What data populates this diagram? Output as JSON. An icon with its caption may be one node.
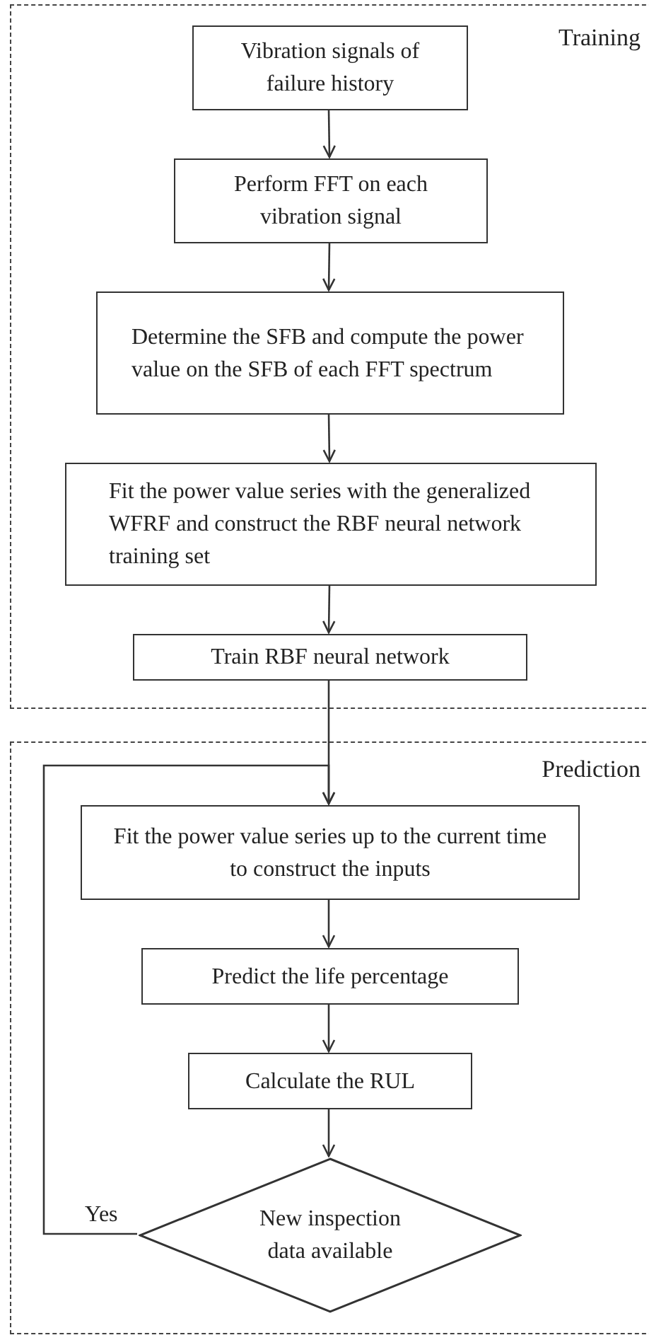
{
  "diagram": {
    "nodes": [
      {
        "text": [
          "Training"
        ]
      },
      {
        "text": [
          "Vibration signals of failure history"
        ],
        "in": 0
      },
      {
        "text": [
          "Perform FFT on each vibration signal"
        ],
        "in": 0
      },
      {
        "text": [
          "Determine the SFB and compute the power value on the SFB of each FFT spectrum"
        ],
        "in": 0
      },
      {
        "text": [
          "Fit the power value series with the generalized WFRF and construct the RBF neural network training set"
        ],
        "in": 0
      },
      {
        "text": [
          "Train RBF neural network"
        ],
        "in": 0
      },
      {
        "text": [
          "Prediction"
        ]
      },
      {
        "text": [
          "Fit the power value series up to the current time to construct the inputs"
        ],
        "in": 6
      },
      {
        "text": [
          "Predict the life percentage"
        ],
        "in": 6
      },
      {
        "text": [
          "Calculate the RUL"
        ],
        "in": 6
      },
      {
        "text": [
          "New inspection data available"
        ],
        "in": 6
      }
    ],
    "edges": [
      {
        "from": 1,
        "to": 2,
        "arrow": "to"
      },
      {
        "from": 2,
        "to": 3,
        "arrow": "to"
      },
      {
        "from": 3,
        "to": 4,
        "arrow": "to"
      },
      {
        "from": 4,
        "to": 5,
        "arrow": "to"
      },
      {
        "from": 5,
        "to": 7,
        "arrow": "to"
      },
      {
        "from": 10,
        "to": 7,
        "arrow": "to",
        "label": "Yes"
      },
      {
        "from": 7,
        "to": 8,
        "arrow": "to"
      },
      {
        "from": 8,
        "to": 9,
        "arrow": "to"
      },
      {
        "from": 9,
        "to": 10,
        "arrow": "to"
      }
    ]
  }
}
